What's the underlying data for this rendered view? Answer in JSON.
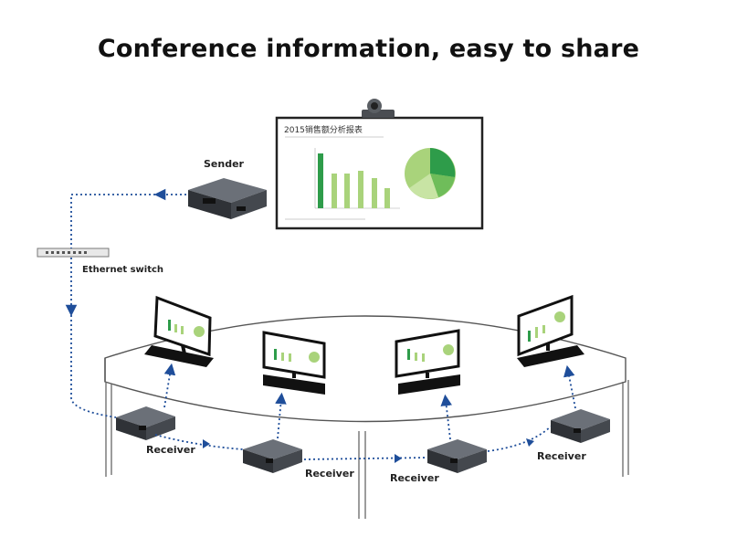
{
  "title": "Conference information, easy to share",
  "labels": {
    "sender": "Sender",
    "switch": "Ethernet switch",
    "receivers": [
      "Receiver",
      "Receiver",
      "Receiver",
      "Receiver"
    ]
  },
  "screen": {
    "heading": "2015销售额分析报表"
  },
  "colors": {
    "link": "#1f4e9a",
    "bar": "#a9d37b",
    "bar_main": "#2e9c4a",
    "device": "#3b3f45",
    "table": "#555555"
  }
}
